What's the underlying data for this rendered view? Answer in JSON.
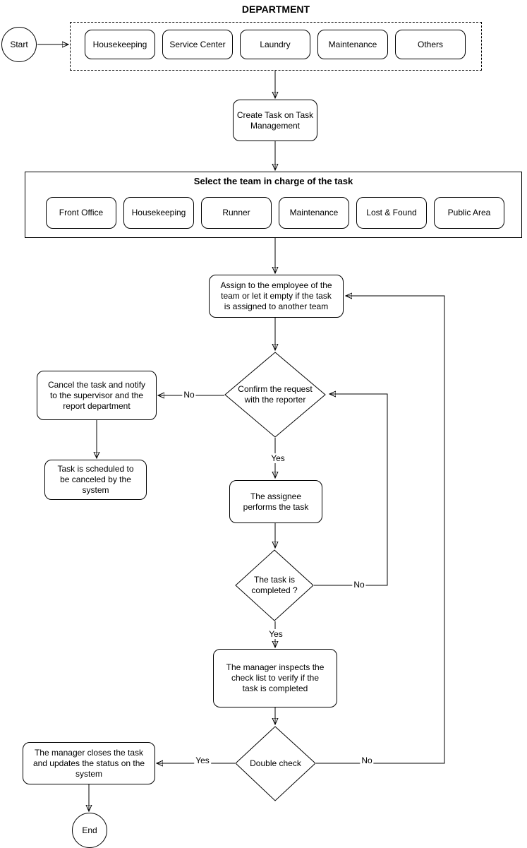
{
  "diagram": {
    "start": "Start",
    "end": "End",
    "department": {
      "title": "DEPARTMENT",
      "options": [
        "Housekeeping",
        "Service Center",
        "Laundry",
        "Maintenance",
        "Others"
      ]
    },
    "create_task": "Create Task on Task\nManagement",
    "team": {
      "title": "Select the team in charge of the task",
      "options": [
        "Front Office",
        "Housekeeping",
        "Runner",
        "Maintenance",
        "Lost & Found",
        "Public Area"
      ]
    },
    "assign": "Assign to the employee of the\nteam or let it empty if the task\nis assigned to another team",
    "confirm": "Confirm the request\nwith the reporter",
    "cancel": "Cancel the task and notify\nto the supervisor and the\nreport department",
    "scheduled": "Task is scheduled to\nbe canceled by the\nsystem",
    "assignee": "The assignee\nperforms the task",
    "completed": "The task is\ncompleted ?",
    "inspect": "The manager inspects the\ncheck list to verify if the\ntask is completed",
    "double_check": "Double check",
    "closes": "The manager closes the task\nand updates the status on the\nsystem",
    "labels": {
      "confirm_no": "No",
      "confirm_yes": "Yes",
      "completed_no": "No",
      "completed_yes": "Yes",
      "double_yes": "Yes",
      "double_no": "No"
    },
    "colors": {
      "line": "#000000",
      "shape_fill": "#ffffff",
      "text": "#000000"
    }
  }
}
